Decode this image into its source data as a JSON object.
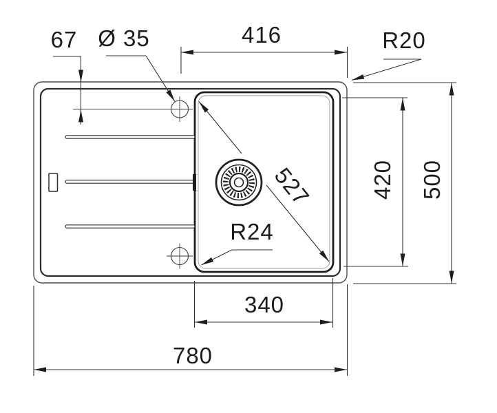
{
  "drawing": {
    "description": "technical top-view dimension drawing of a kitchen sink with drainboard and single bowl",
    "units": "mm",
    "colors": {
      "background": "#ffffff",
      "line": "#333333",
      "thick_line": "#1e1e1e",
      "text": "#1c1c1c"
    },
    "labels": {
      "tap_hole_offset": "67",
      "tap_hole_diameter": "Ø 35",
      "tap_hole_to_edge": "416",
      "outer_corner_radius": "R20",
      "bowl_diagonal": "527",
      "bowl_depth": "420",
      "overall_depth": "500",
      "bowl_corner_radius": "R24",
      "bowl_width": "340",
      "overall_width": "780"
    },
    "values": {
      "overall_width_mm": 780,
      "overall_depth_mm": 500,
      "bowl_width_mm": 340,
      "bowl_depth_mm": 420,
      "bowl_diagonal_mm": 527,
      "tap_hole_diameter_mm": 35,
      "tap_hole_offset_mm": 67,
      "tap_hole_to_edge_mm": 416,
      "outer_corner_radius_mm": 20,
      "bowl_corner_radius_mm": 24,
      "tap_hole_count": 2,
      "drainboard_groove_count": 3
    }
  }
}
